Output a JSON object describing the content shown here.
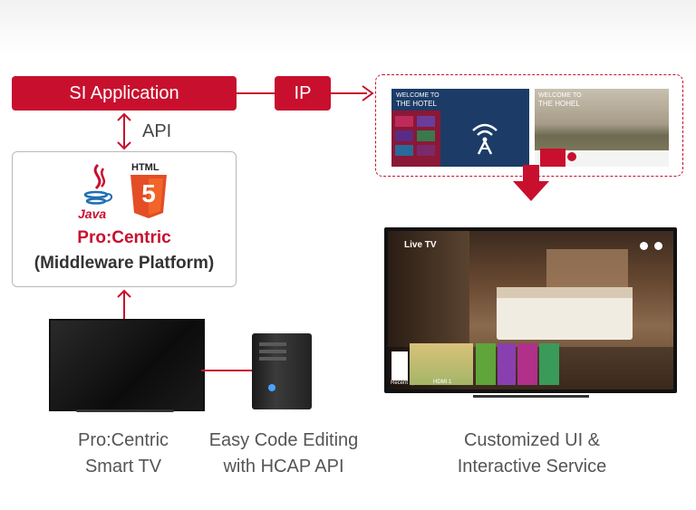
{
  "diagram": {
    "si_application": "SI Application",
    "ip": "IP",
    "api": "API",
    "java": "Java",
    "html": "HTML",
    "html_version": "5",
    "platform_title": "Pro:Centric",
    "platform_sub": "(Middleware Platform)",
    "hotel_screen_1": {
      "welcome": "WELCOME TO",
      "hotel": "THE HOTEL"
    },
    "hotel_screen_2": {
      "welcome": "WELCOME TO",
      "hotel": "THE HOHEL"
    },
    "tv_screen": {
      "live_tv": "Live TV",
      "hdmi": "HDMI 1",
      "recent": "Recent ap"
    },
    "captions": {
      "smart_tv": [
        "Pro:Centric",
        "Smart TV"
      ],
      "code_editing": [
        "Easy Code Editing",
        "with HCAP API"
      ],
      "custom_ui": [
        "Customized UI &",
        "Interactive Service"
      ]
    }
  },
  "colors": {
    "accent": "#c8102e",
    "html5_orange": "#e44d26",
    "java_blue": "#1f6fb2"
  }
}
